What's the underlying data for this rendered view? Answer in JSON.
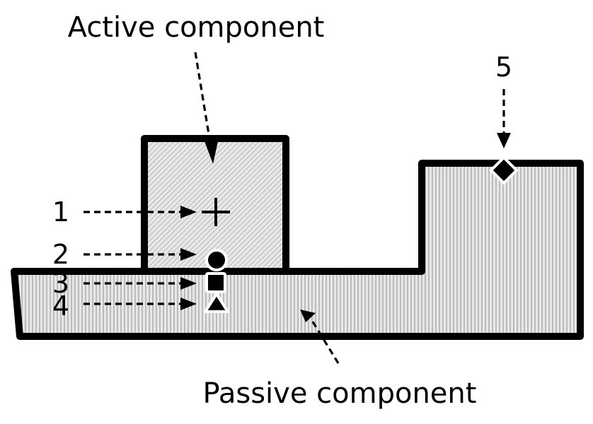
{
  "labels": {
    "active": "Active component",
    "passive": "Passive component"
  },
  "points": [
    {
      "id": "1",
      "marker": "plus-icon"
    },
    {
      "id": "2",
      "marker": "circle-icon"
    },
    {
      "id": "3",
      "marker": "square-icon"
    },
    {
      "id": "4",
      "marker": "triangle-icon"
    },
    {
      "id": "5",
      "marker": "diamond-icon"
    }
  ],
  "colors": {
    "outline": "#000000",
    "fill_light": "#e6e6e6",
    "hatch": "#a8a8a8",
    "background": "#ffffff"
  }
}
